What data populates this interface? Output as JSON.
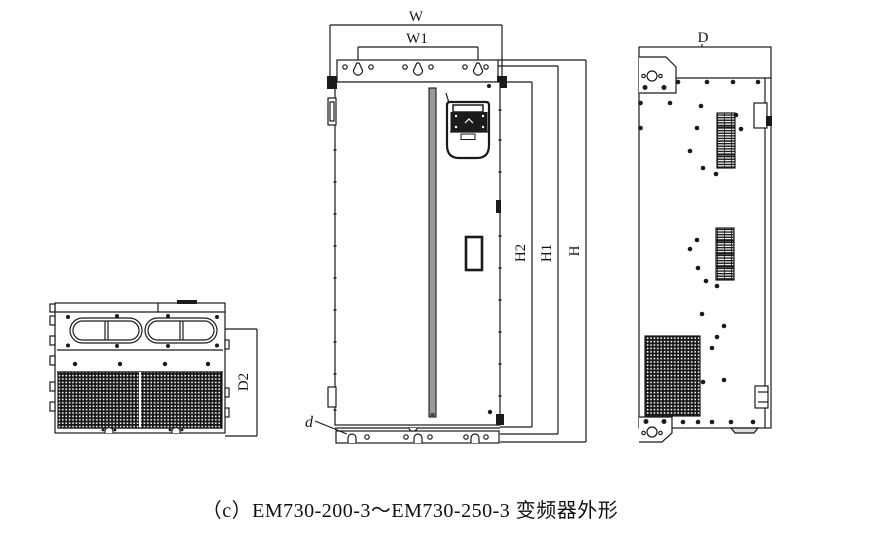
{
  "figure": {
    "caption": "（c）EM730-200-3～EM730-250-3 变频器外形"
  },
  "dimensions": {
    "w": "W",
    "w1": "W1",
    "h": "H",
    "h1": "H1",
    "h2": "H2",
    "d": "D",
    "d2": "D2",
    "mounting_hole": "d"
  },
  "colors": {
    "line": "#1a1a1a",
    "background": "#ffffff",
    "panel_seam": "#9a9a9a"
  }
}
